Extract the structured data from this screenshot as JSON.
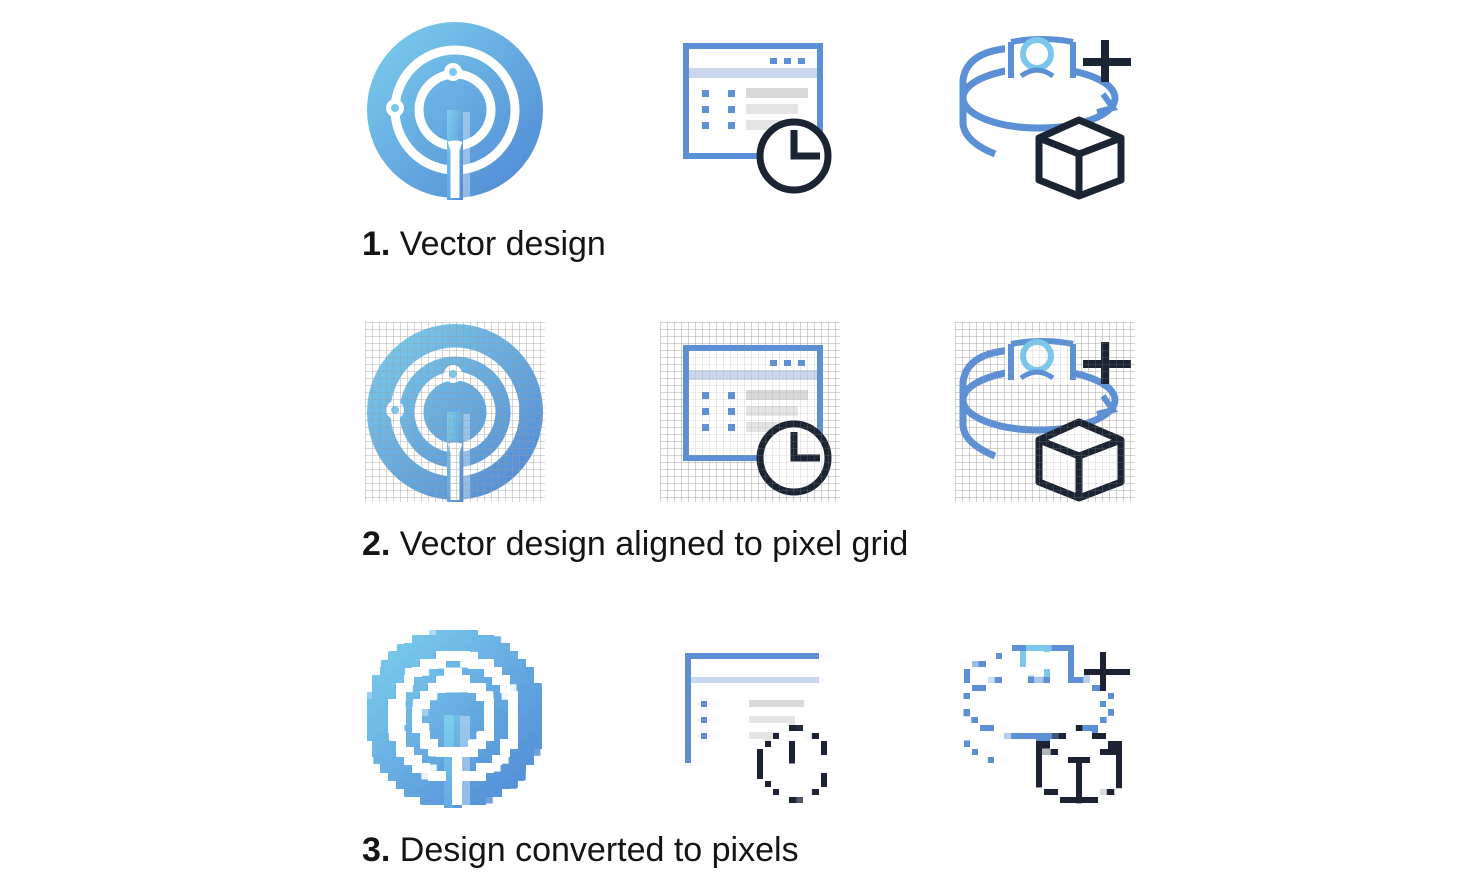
{
  "captions": [
    {
      "number": "1.",
      "text": " Vector design"
    },
    {
      "number": "2.",
      "text": " Vector design aligned to pixel grid"
    },
    {
      "number": "3.",
      "text": " Design converted to pixels"
    }
  ],
  "colors": {
    "blue_light": "#7cc8ea",
    "blue": "#5b8fd6",
    "dark": "#1b2433",
    "grid_line": "#9a9a9a"
  },
  "icons": [
    "radar-target-icon",
    "dashboard-clock-icon",
    "panorama-cube-icon"
  ]
}
